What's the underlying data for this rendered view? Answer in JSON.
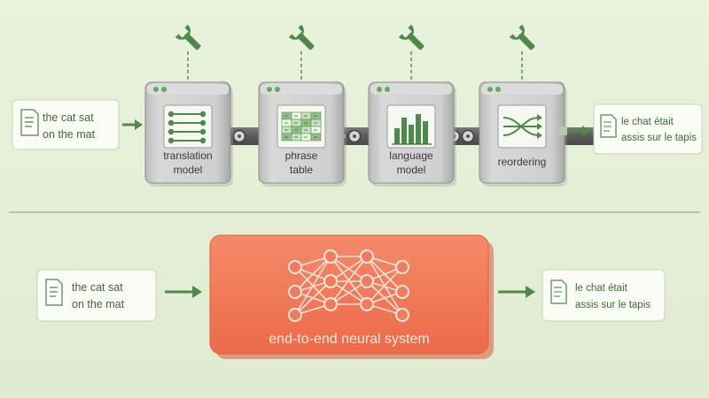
{
  "top": {
    "input_text": [
      "the cat sat",
      "on the mat"
    ],
    "output_text": [
      "le chat était",
      "assis sur le tapis"
    ],
    "modules": [
      {
        "label": [
          "translation",
          "model"
        ],
        "icon": "alignment-lines-icon"
      },
      {
        "label": [
          "phrase",
          "table"
        ],
        "icon": "grid-table-icon"
      },
      {
        "label": [
          "language",
          "model"
        ],
        "icon": "bar-chart-icon"
      },
      {
        "label": [
          "reordering"
        ],
        "icon": "crossing-arrows-icon"
      }
    ],
    "tool_icon": "wrench-icon"
  },
  "bottom": {
    "input_text": [
      "the cat sat",
      "on the mat"
    ],
    "output_text": [
      "le chat était",
      "assis sur le tapis"
    ],
    "system_label": "end-to-end neural system",
    "system_icon": "neural-network-icon"
  },
  "colors": {
    "background": "#e6f0d8",
    "green_accent": "#4f8a4a",
    "neural_box": "#f27b5a",
    "module_body": "#c9c9c9"
  }
}
